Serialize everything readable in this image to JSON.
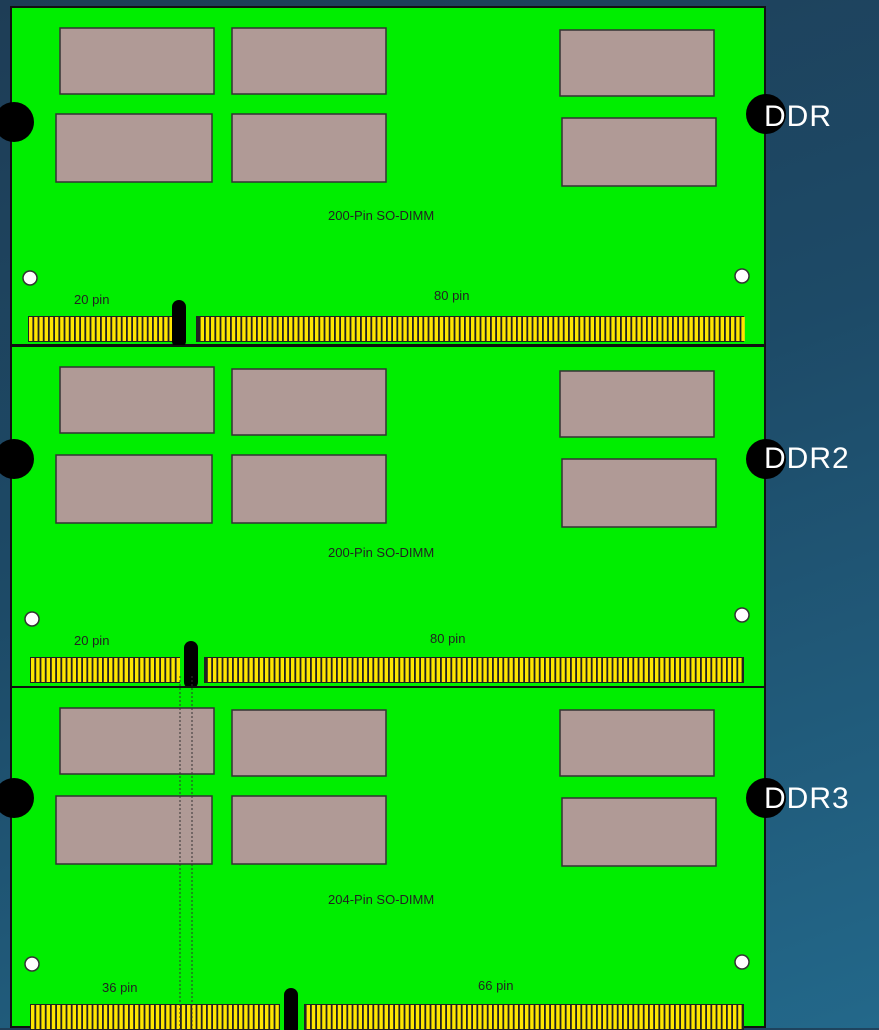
{
  "modules": [
    {
      "label": "DDR",
      "type_text": "200-Pin SO-DIMM",
      "left_pin_text": "20 pin",
      "right_pin_text": "80 pin"
    },
    {
      "label": "DDR2",
      "type_text": "200-Pin SO-DIMM",
      "left_pin_text": "20 pin",
      "right_pin_text": "80 pin"
    },
    {
      "label": "DDR3",
      "type_text": "204-Pin SO-DIMM",
      "left_pin_text": "36 pin",
      "right_pin_text": "66 pin"
    }
  ],
  "colors": {
    "board": "#00ee00",
    "chip": "#b09a96",
    "pins": "#ffe600",
    "background": "#1d4a67"
  }
}
